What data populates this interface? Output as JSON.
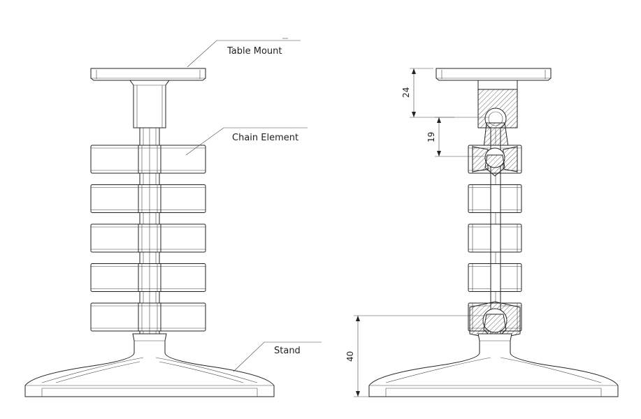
{
  "labels": {
    "table_mount": "Table Mount",
    "chain_element": "Chain Element",
    "stand": "Stand"
  },
  "dimensions": {
    "mount_height": "24",
    "element_pitch": "19",
    "stand_height": "40"
  },
  "chain_element_count": 5
}
